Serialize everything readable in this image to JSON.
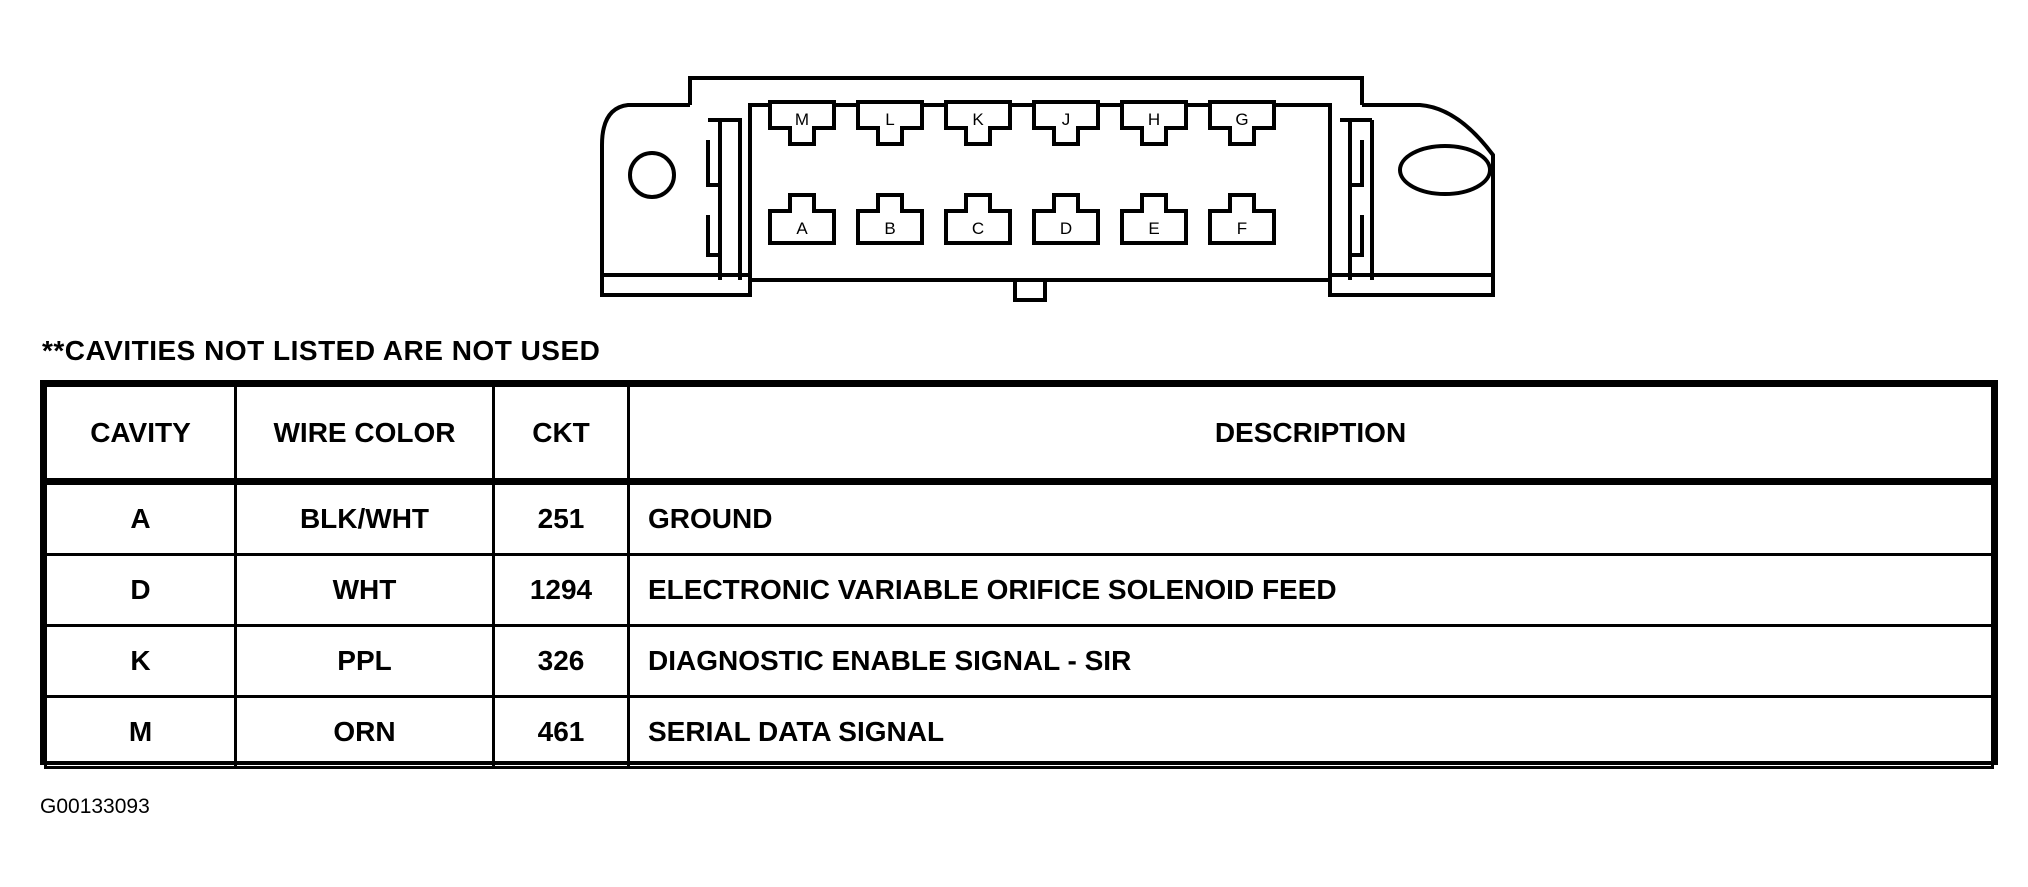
{
  "connector": {
    "top_row": [
      "M",
      "L",
      "K",
      "J",
      "H",
      "G"
    ],
    "bottom_row": [
      "A",
      "B",
      "C",
      "D",
      "E",
      "F"
    ]
  },
  "note": "**CAVITIES NOT LISTED ARE NOT USED",
  "table": {
    "headers": [
      "CAVITY",
      "WIRE COLOR",
      "CKT",
      "DESCRIPTION"
    ],
    "rows": [
      [
        "A",
        "BLK/WHT",
        "251",
        "GROUND"
      ],
      [
        "D",
        "WHT",
        "1294",
        "ELECTRONIC VARIABLE ORIFICE SOLENOID FEED"
      ],
      [
        "K",
        "PPL",
        "326",
        "DIAGNOSTIC ENABLE SIGNAL - SIR"
      ],
      [
        "M",
        "ORN",
        "461",
        "SERIAL DATA SIGNAL"
      ]
    ]
  },
  "figure_code": "G00133093"
}
